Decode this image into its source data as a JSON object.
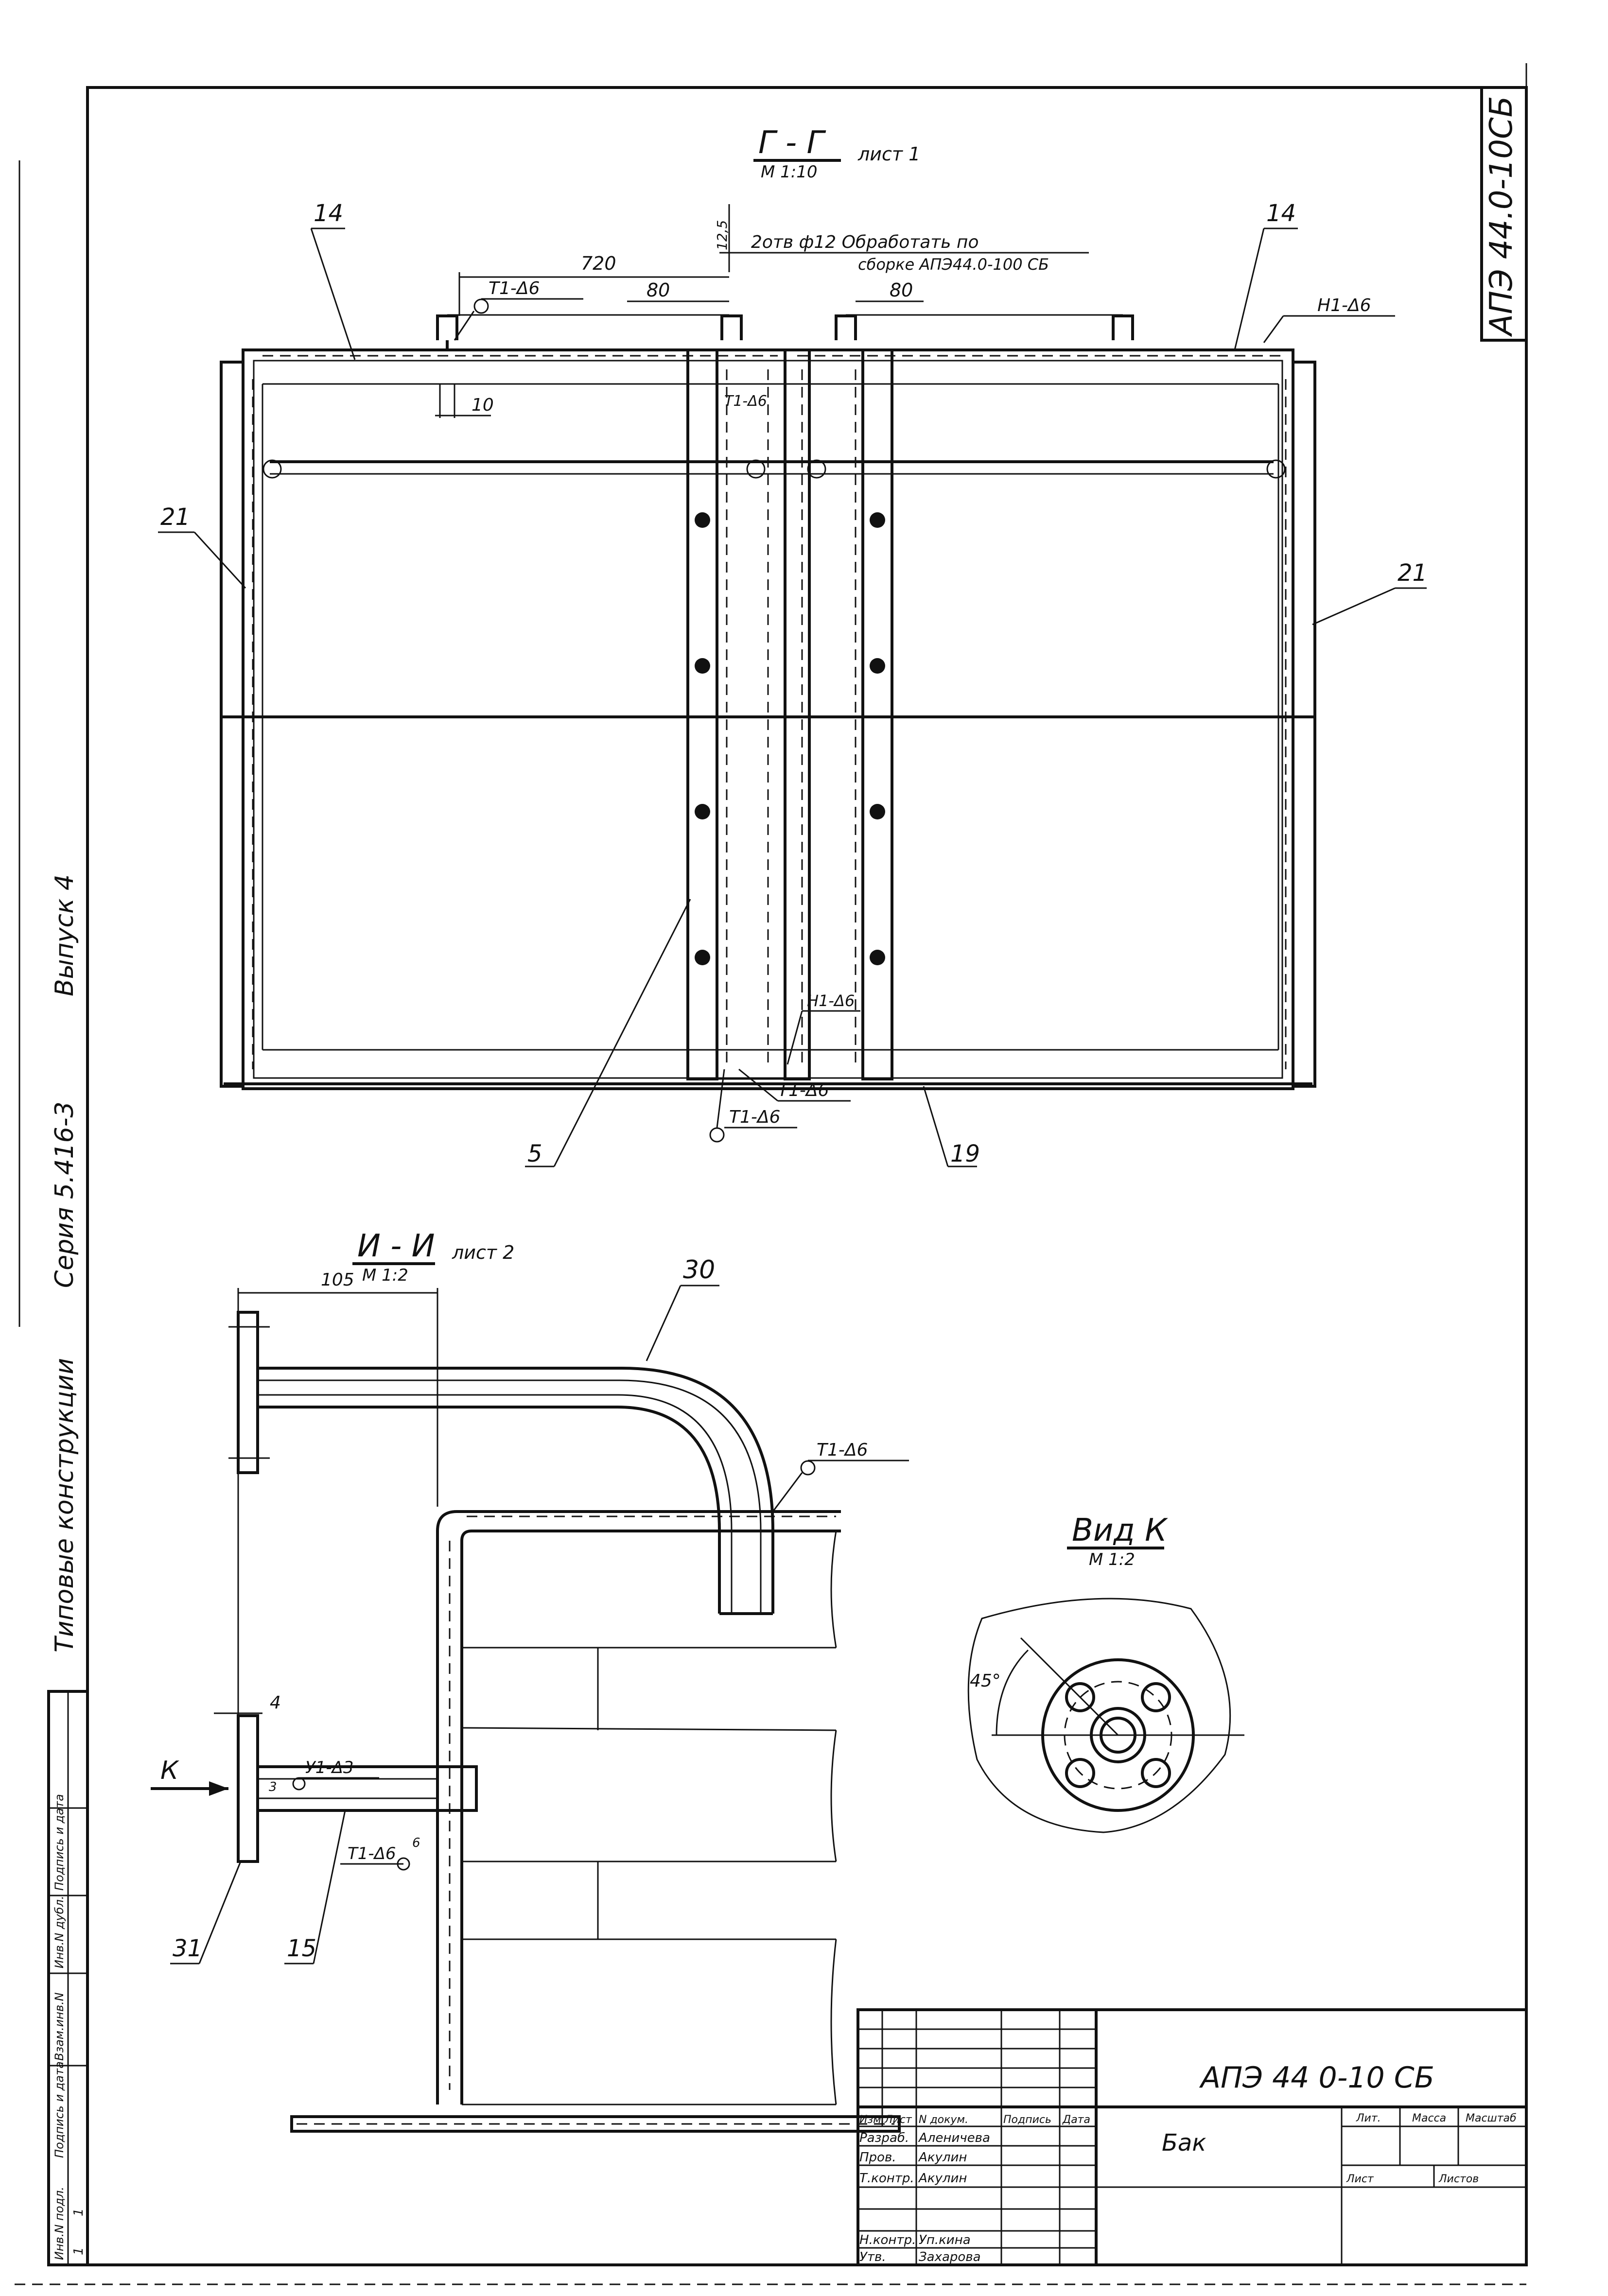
{
  "designation_vertical": "АПЭ 44.0-10СБ",
  "left_margin": {
    "series_label": "Типовые конструкции",
    "series_value": "Серия 5.416-3",
    "issue": "Выпуск 4"
  },
  "side_stamp": {
    "cells": [
      "Инв.N подл.",
      "Подпись и дата",
      "Взам.инв.N",
      "Инв.N дубл.",
      "Подпись и дата"
    ],
    "values": [
      "1",
      "1"
    ]
  },
  "section_gg": {
    "title": "Г - Г",
    "scale": "М 1:10",
    "sheet_ref": "лист 1",
    "dims": {
      "d720": "720",
      "d80a": "80",
      "d80b": "80",
      "d10": "10",
      "d125": "12,5"
    },
    "note_line1": "2отв ф12 Обработать по",
    "note_line2": "сборке АПЭ44.0-100 СБ",
    "welds": {
      "w1": "Т1-Δ6",
      "w2": "Т1-Δ6",
      "w3": "Н1-Δ6",
      "w4": "Н1-Δ6",
      "w5": "Т1-Δ6",
      "w6": "Т1-Δ6"
    },
    "positions": {
      "p14a": "14",
      "p14b": "14",
      "p21a": "21",
      "p21b": "21",
      "p5": "5",
      "p19": "19"
    }
  },
  "section_ii": {
    "title": "И - И",
    "scale": "М 1:2",
    "sheet_ref": "лист 2",
    "dims": {
      "d105": "105",
      "d4": "4"
    },
    "welds": {
      "w1": "Т1-Δ6",
      "w2": "У1-Δ3",
      "w3": "Т1-Δ6"
    },
    "weld_legs": {
      "a": "3",
      "b": "6"
    },
    "positions": {
      "p30": "30",
      "p31": "31",
      "p15": "15"
    },
    "arrow_label": "К"
  },
  "view_k": {
    "title": "Вид К",
    "scale": "М 1:2",
    "angle": "45°"
  },
  "title_block": {
    "designation": "АПЭ 44 0-10 СБ",
    "name": "Бак",
    "header": [
      "Изм.",
      "Лист",
      "N докум.",
      "Подпись",
      "Дата"
    ],
    "rows": [
      {
        "role": "Разраб.",
        "name": "Аленичева"
      },
      {
        "role": "Пров.",
        "name": "Акулин"
      },
      {
        "role": "Т.контр.",
        "name": "Акулин"
      },
      {
        "role": "",
        "name": ""
      },
      {
        "role": "Н.контр.",
        "name": "Уп.кина"
      },
      {
        "role": "Утв.",
        "name": "Захарова"
      }
    ],
    "right_headers": [
      "Лит.",
      "Масса",
      "Масштаб"
    ],
    "sheet_label": "Лист",
    "sheets_label": "Листов"
  }
}
